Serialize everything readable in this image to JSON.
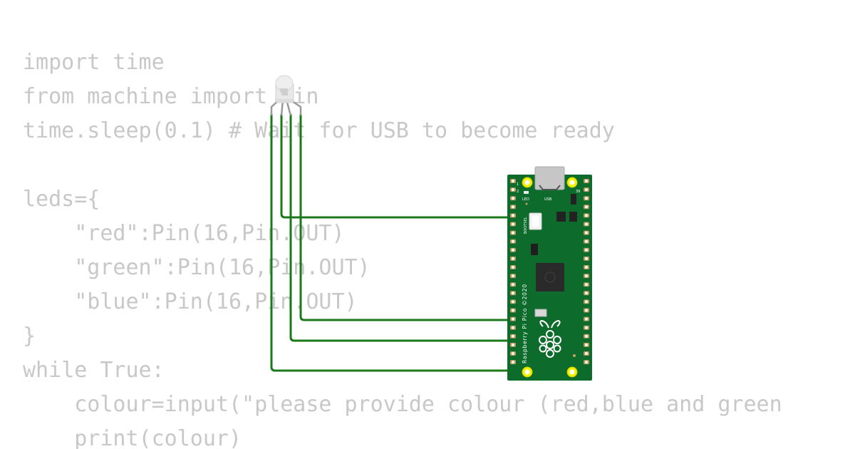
{
  "code": {
    "lines": [
      "import time",
      "from machine import Pin",
      "time.sleep(0.1) # Wait for USB to become ready",
      "",
      "leds={",
      "    \"red\":Pin(16,Pin.OUT)",
      "    \"green\":Pin(16,Pin.OUT)",
      "    \"blue\":Pin(16,Pin.OUT)",
      "}",
      "while True:",
      "    colour=input(\"please provide colour (red,blue and green",
      "    print(colour)"
    ]
  },
  "board": {
    "name_label": "Raspberry Pi Pico ©2020",
    "usb_label": "USB",
    "led_label": "LED",
    "bootsel_label": "BOOTSEL",
    "pin_1_label": "1",
    "pin_2_label": "2",
    "pin_39_label": "39",
    "color": "#0d6b2c"
  },
  "led": {
    "type": "rgb-common-anode"
  },
  "colors": {
    "wire": "#1a7a1a",
    "code_text": "#c8c8c8"
  }
}
